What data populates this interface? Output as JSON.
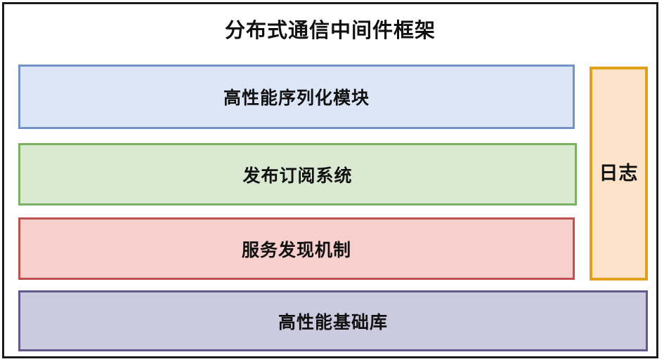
{
  "diagram": {
    "title": "分布式通信中间件框架",
    "type": "layered-architecture",
    "outer_frame_color": "#1b1b1b",
    "background_color": "#ffffff",
    "layers": [
      {
        "id": "serialization",
        "label": "高性能序列化模块",
        "fill": "#dce6f6",
        "stroke": "#7492c6",
        "order": 1
      },
      {
        "id": "pubsub",
        "label": "发布订阅系统",
        "fill": "#d9e9d2",
        "stroke": "#7cb062",
        "order": 2
      },
      {
        "id": "discovery",
        "label": "服务发现机制",
        "fill": "#f7cfcd",
        "stroke": "#c0504d",
        "order": 3
      },
      {
        "id": "baselib",
        "label": "高性能基础库",
        "fill": "#cbcade",
        "stroke": "#605b8c",
        "order": 4
      }
    ],
    "side_panel": {
      "id": "logging",
      "label": "日志",
      "fill": "#fce3c9",
      "stroke": "#e0a01a"
    }
  }
}
